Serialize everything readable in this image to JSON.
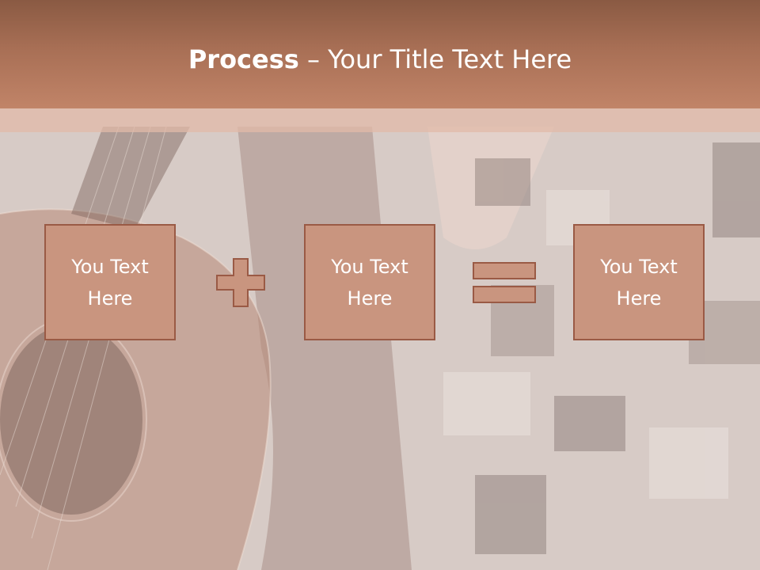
{
  "slide": {
    "title_bold": "Process",
    "title_separator": " – ",
    "title_rest": "Your Title Text Here"
  },
  "boxes": [
    {
      "label": "You Text Here"
    },
    {
      "label": "You Text Here"
    },
    {
      "label": "You Text Here"
    }
  ],
  "operators": {
    "first": "plus-icon",
    "second": "equals-icon"
  },
  "colors": {
    "title_bar": "#a86f55",
    "box_fill": "#c9957f",
    "box_border": "#9a5a45",
    "background": "#d6c8c3"
  }
}
